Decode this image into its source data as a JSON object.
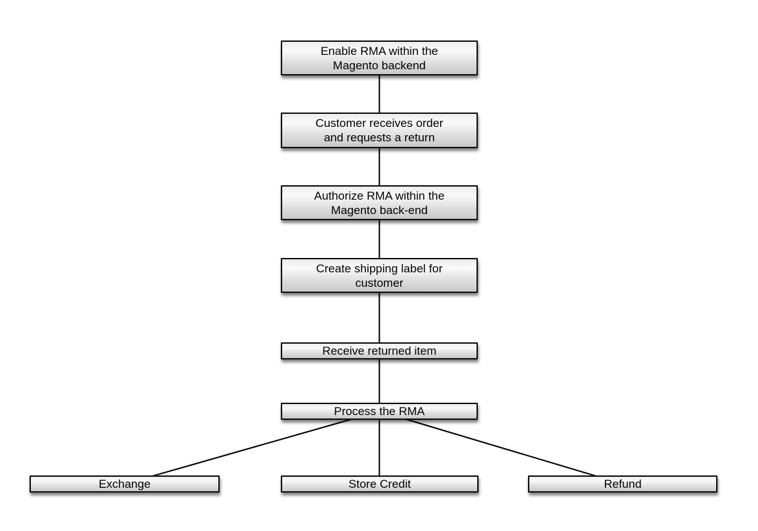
{
  "flowchart": {
    "nodes": [
      {
        "id": "enable-rma",
        "label": "Enable RMA within the\nMagento backend"
      },
      {
        "id": "customer-return",
        "label": "Customer receives order\nand requests a return"
      },
      {
        "id": "authorize-rma",
        "label": "Authorize RMA within the\nMagento back-end"
      },
      {
        "id": "create-shipping-label",
        "label": "Create shipping label for\ncustomer"
      },
      {
        "id": "receive-returned-item",
        "label": "Receive returned item"
      },
      {
        "id": "process-rma",
        "label": "Process the RMA"
      },
      {
        "id": "exchange",
        "label": "Exchange"
      },
      {
        "id": "store-credit",
        "label": "Store Credit"
      },
      {
        "id": "refund",
        "label": "Refund"
      }
    ],
    "edges": [
      {
        "from": "enable-rma",
        "to": "customer-return"
      },
      {
        "from": "customer-return",
        "to": "authorize-rma"
      },
      {
        "from": "authorize-rma",
        "to": "create-shipping-label"
      },
      {
        "from": "create-shipping-label",
        "to": "receive-returned-item"
      },
      {
        "from": "receive-returned-item",
        "to": "process-rma"
      },
      {
        "from": "process-rma",
        "to": "exchange"
      },
      {
        "from": "process-rma",
        "to": "store-credit"
      },
      {
        "from": "process-rma",
        "to": "refund"
      }
    ]
  },
  "colors": {
    "background": "#ffffff",
    "node-border": "#111111",
    "node-fill-top": "#ededed",
    "node-fill-highlight": "#f9f9f9",
    "node-fill-mid": "#dcdcdc",
    "node-fill-bottom": "#c9c9c9",
    "connector": "#000000",
    "text": "#000000"
  }
}
